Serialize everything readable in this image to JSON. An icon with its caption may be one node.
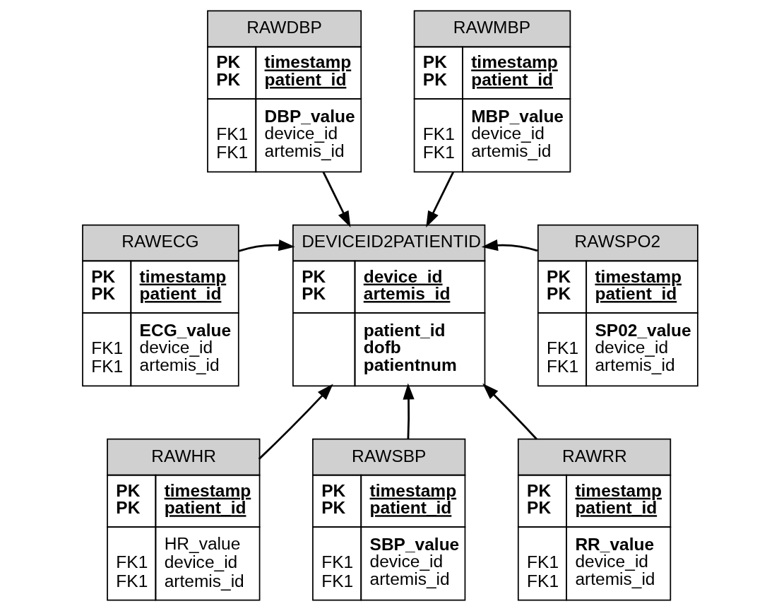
{
  "diagram": {
    "nodes": [
      {
        "text": [
          "RAWDBP",
          "PK",
          "timestamp",
          "PK",
          "patient_id",
          "DBP_value",
          "FK1",
          "device_id",
          "FK1",
          "artemis_id"
        ]
      },
      {
        "text": [
          "RAWMBP",
          "PK",
          "timestamp",
          "PK",
          "patient_id",
          "MBP_value",
          "FK1",
          "device_id",
          "FK1",
          "artemis_id"
        ]
      },
      {
        "text": [
          "RAWECG",
          "PK",
          "timestamp",
          "PK",
          "patient_id",
          "ECG_value",
          "FK1",
          "device_id",
          "FK1",
          "artemis_id"
        ]
      },
      {
        "text": [
          "DEVICEID2PATIENTID",
          "PK",
          "device_id",
          "PK",
          "artemis_id",
          "patient_id",
          "dofb",
          "patientnum"
        ]
      },
      {
        "text": [
          "RAWSPO2",
          "PK",
          "timestamp",
          "PK",
          "patient_id",
          "SP02_value",
          "FK1",
          "device_id",
          "FK1",
          "artemis_id"
        ]
      },
      {
        "text": [
          "RAWHR",
          "PK",
          "timestamp",
          "PK",
          "patient_id",
          "HR_value",
          "FK1",
          "device_id",
          "FK1",
          "artemis_id"
        ]
      },
      {
        "text": [
          "RAWSBP",
          "PK",
          "timestamp",
          "PK",
          "patient_id",
          "SBP_value",
          "FK1",
          "device_id",
          "FK1",
          "artemis_id"
        ]
      },
      {
        "text": [
          "RAWRR",
          "PK",
          "timestamp",
          "PK",
          "patient_id",
          "RR_value",
          "FK1",
          "device_id",
          "FK1",
          "artemis_id"
        ]
      }
    ],
    "edges": [
      {
        "from": 0,
        "to": 3,
        "arrow": "to"
      },
      {
        "from": 1,
        "to": 3,
        "arrow": "to"
      },
      {
        "from": 2,
        "to": 3,
        "arrow": "to"
      },
      {
        "from": 5,
        "to": 3,
        "arrow": "to"
      },
      {
        "from": 4,
        "to": 3,
        "arrow": "to"
      },
      {
        "from": 6,
        "to": 3,
        "arrow": "to"
      },
      {
        "from": 7,
        "to": 3,
        "arrow": "to"
      }
    ]
  }
}
